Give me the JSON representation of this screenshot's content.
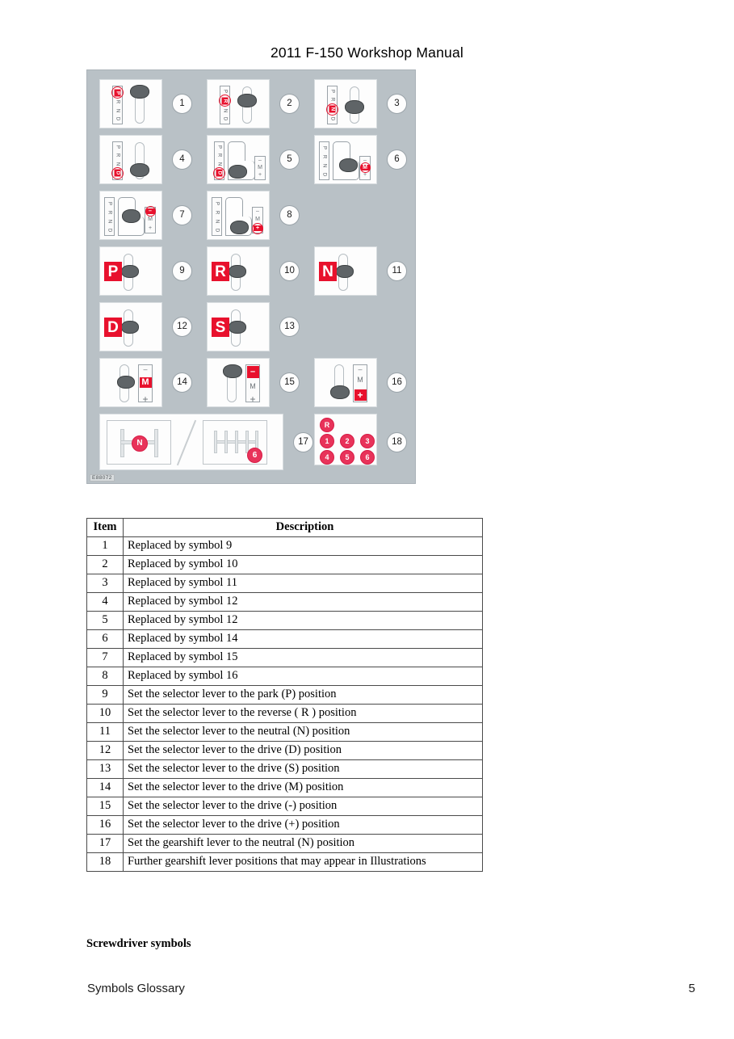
{
  "header": {
    "title": "2011 F-150 Workshop Manual"
  },
  "figure": {
    "id_label": "E88072",
    "callouts": [
      "1",
      "2",
      "3",
      "4",
      "5",
      "6",
      "7",
      "8",
      "9",
      "10",
      "11",
      "12",
      "13",
      "14",
      "15",
      "16",
      "17",
      "18"
    ],
    "gate_letters": [
      "P",
      "R",
      "N",
      "D"
    ],
    "symbols": [
      {
        "n": "1",
        "type": "linear-gate",
        "highlight": "P",
        "letters": [
          "P",
          "R",
          "N",
          "D"
        ]
      },
      {
        "n": "2",
        "type": "linear-gate",
        "highlight": "R",
        "letters": [
          "P",
          "R",
          "N",
          "D"
        ]
      },
      {
        "n": "3",
        "type": "linear-gate",
        "highlight": "N",
        "letters": [
          "P",
          "R",
          "N",
          "D"
        ]
      },
      {
        "n": "4",
        "type": "linear-gate",
        "highlight": "D",
        "letters": [
          "P",
          "R",
          "N",
          "D"
        ]
      },
      {
        "n": "5",
        "type": "stepped-gate",
        "highlight": "D",
        "letters": [
          "P",
          "R",
          "N",
          "D"
        ],
        "side": [
          "M",
          "-",
          "+"
        ]
      },
      {
        "n": "6",
        "type": "stepped-gate",
        "highlight": "M",
        "letters": [
          "P",
          "R",
          "N",
          "D"
        ],
        "side": [
          "M",
          "-",
          "+"
        ]
      },
      {
        "n": "7",
        "type": "stepped-gate",
        "highlight": "-",
        "letters": [
          "P",
          "R",
          "N",
          "D"
        ],
        "side": [
          "-",
          "M",
          "+"
        ]
      },
      {
        "n": "8",
        "type": "stepped-gate",
        "highlight": "+",
        "letters": [
          "P",
          "R",
          "N",
          "D"
        ],
        "side": [
          "-",
          "M",
          "+"
        ]
      },
      {
        "n": "9",
        "type": "letter-plate",
        "letter": "P"
      },
      {
        "n": "10",
        "type": "letter-plate",
        "letter": "R"
      },
      {
        "n": "11",
        "type": "letter-plate",
        "letter": "N"
      },
      {
        "n": "12",
        "type": "letter-plate",
        "letter": "D"
      },
      {
        "n": "13",
        "type": "letter-plate",
        "letter": "S"
      },
      {
        "n": "14",
        "type": "lever-side",
        "highlight": "M",
        "side": [
          "-",
          "M",
          "+"
        ]
      },
      {
        "n": "15",
        "type": "lever-side",
        "highlight": "-",
        "side": [
          "-",
          "M",
          "+"
        ]
      },
      {
        "n": "16",
        "type": "lever-side",
        "highlight": "+",
        "side": [
          "-",
          "M",
          "+"
        ]
      },
      {
        "n": "17",
        "type": "manual-gate",
        "left_badge": "N",
        "right_badge": "6"
      },
      {
        "n": "18",
        "type": "gear-grid",
        "badges": [
          "R",
          "1",
          "2",
          "3",
          "4",
          "5",
          "6"
        ]
      }
    ],
    "side_strip_symbols": {
      "minus": "–",
      "manual": "M",
      "plus": "+"
    }
  },
  "table": {
    "columns": [
      "Item",
      "Description"
    ],
    "rows": [
      {
        "item": "1",
        "description": "Replaced by symbol 9"
      },
      {
        "item": "2",
        "description": "Replaced by symbol 10"
      },
      {
        "item": "3",
        "description": "Replaced by symbol 11"
      },
      {
        "item": "4",
        "description": "Replaced by symbol 12"
      },
      {
        "item": "5",
        "description": "Replaced by symbol 12"
      },
      {
        "item": "6",
        "description": "Replaced by symbol 14"
      },
      {
        "item": "7",
        "description": "Replaced by symbol 15"
      },
      {
        "item": "8",
        "description": "Replaced by symbol 16"
      },
      {
        "item": "9",
        "description": "Set the selector lever to the park (P) position"
      },
      {
        "item": "10",
        "description": "Set the selector lever to the reverse ( R ) position"
      },
      {
        "item": "11",
        "description": "Set the selector lever to the neutral (N) position"
      },
      {
        "item": "12",
        "description": "Set the selector lever to the drive (D) position"
      },
      {
        "item": "13",
        "description": "Set the selector lever to the drive (S) position"
      },
      {
        "item": "14",
        "description": "Set the selector lever to the drive (M) position"
      },
      {
        "item": "15",
        "description": "Set the selector lever to the drive (-) position"
      },
      {
        "item": "16",
        "description": "Set the selector lever to the drive (+) position"
      },
      {
        "item": "17",
        "description": "Set the gearshift lever to the neutral (N) position"
      },
      {
        "item": "18",
        "description": "Further gearshift lever positions that may appear in Illustrations"
      }
    ]
  },
  "section": {
    "heading": "Screwdriver symbols"
  },
  "footer": {
    "left": "Symbols Glossary",
    "page": "5"
  },
  "colors": {
    "accent_red": "#e8112d",
    "badge_red": "#e8335a",
    "figure_bg": "#b9c1c6",
    "knob_gray": "#5f6467"
  }
}
